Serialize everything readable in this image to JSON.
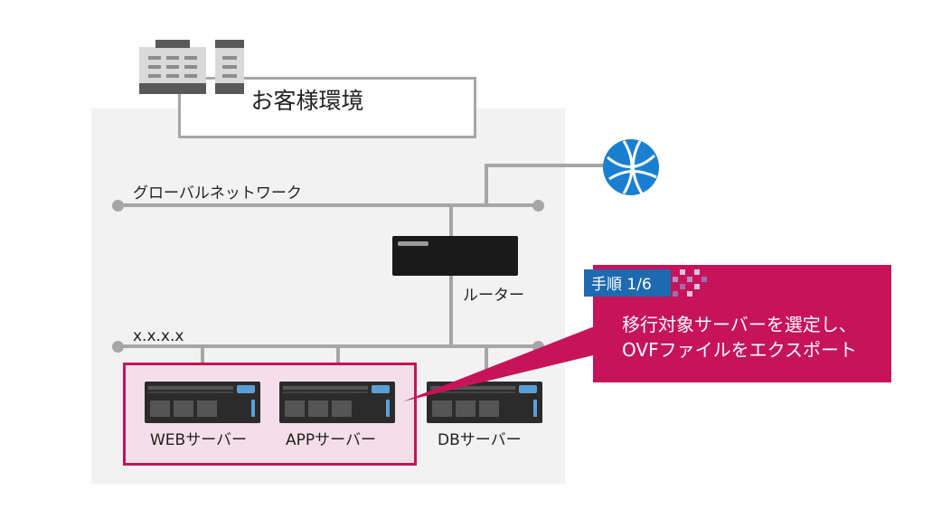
{
  "environment": {
    "label": "お客様環境"
  },
  "networks": {
    "global_label": "グローバルネットワーク",
    "local_label": "x.x.x.x"
  },
  "router": {
    "label": "ルーター"
  },
  "servers": [
    {
      "label": "WEBサーバー"
    },
    {
      "label": "APPサーバー"
    },
    {
      "label": "DBサーバー"
    }
  ],
  "callout": {
    "step": "手順 1/6",
    "line1": "移行対象サーバーを選定し、",
    "line2": "OVFファイルをエクスポート"
  },
  "icons": [
    "building-icon",
    "globe-icon",
    "router-icon",
    "server-icon"
  ],
  "colors": {
    "accent": "#c7135a",
    "accent_light": "#f4dfe9",
    "step_tab": "#1e6ab0",
    "line_gray": "#a6a6a6",
    "panel_bg": "#f2f2f2",
    "globe_blue": "#1a7fd1"
  }
}
